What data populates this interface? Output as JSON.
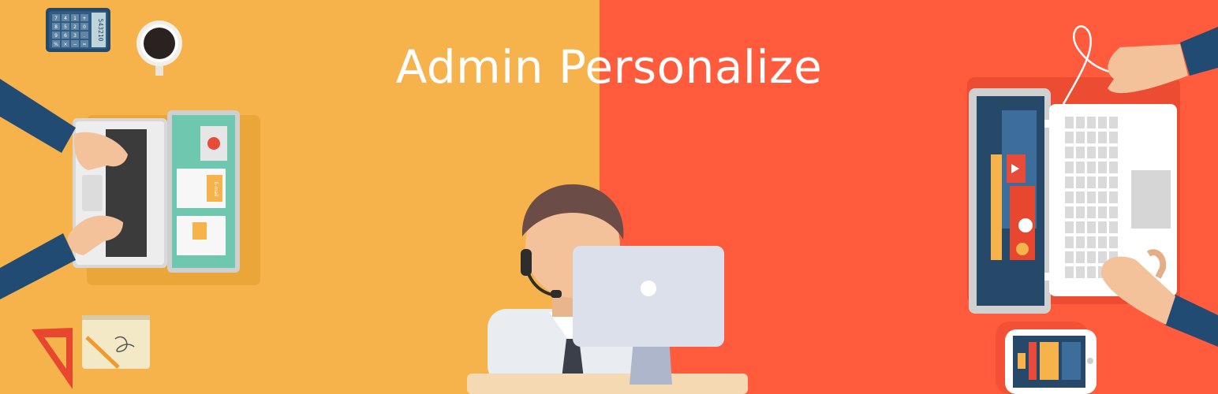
{
  "banner": {
    "title_word_1": "Admin",
    "title_word_2": "Personalize",
    "colors": {
      "left_background": "#F6B34B",
      "right_background": "#FF5B3C",
      "title_text": "#FFFFFF"
    },
    "calculator_display": "543210",
    "email_card_label": "E-mail",
    "calculator_keys": [
      "7",
      "8",
      "9",
      "%",
      "4",
      "5",
      "6",
      "×",
      "1",
      "2",
      "3",
      "−",
      "+",
      "0",
      ".",
      "="
    ],
    "icons": [
      "calculator-icon",
      "coffee-cup-icon",
      "laptop-left-icon",
      "hands-typing-icon",
      "set-square-icon",
      "notepad-icon",
      "support-agent-icon",
      "desktop-monitor-icon",
      "laptop-right-icon",
      "smartphone-icon"
    ]
  }
}
